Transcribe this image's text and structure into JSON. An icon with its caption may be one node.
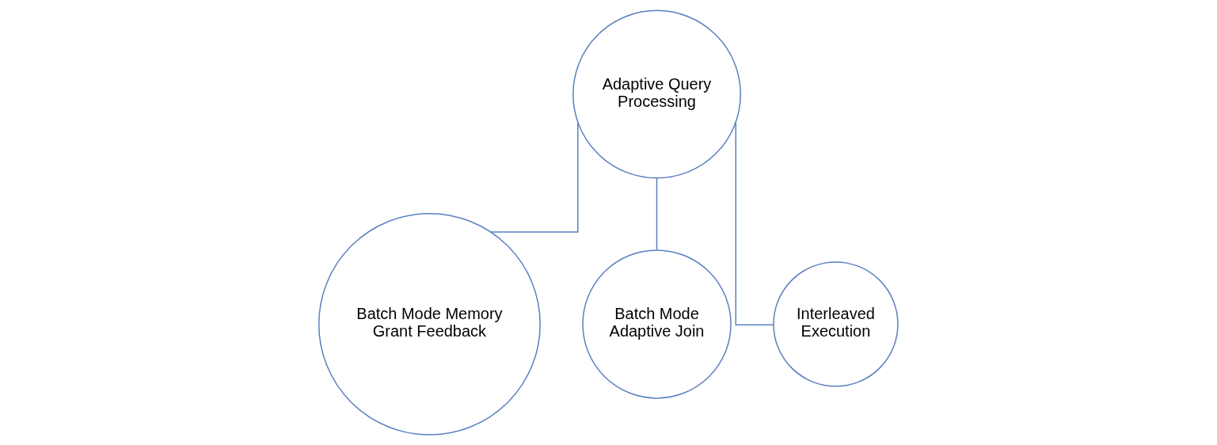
{
  "diagram": {
    "nodes": [
      {
        "text": [
          "Adaptive Query Processing"
        ]
      },
      {
        "text": [
          "Batch Mode Memory Grant Feedback"
        ]
      },
      {
        "text": [
          "Batch Mode Adaptive Join"
        ]
      },
      {
        "text": [
          "Interleaved Execution"
        ]
      }
    ],
    "edges": [
      {
        "from": 0,
        "to": 1,
        "arrow": "none"
      },
      {
        "from": 0,
        "to": 2,
        "arrow": "none"
      },
      {
        "from": 0,
        "to": 3,
        "arrow": "none"
      }
    ]
  }
}
